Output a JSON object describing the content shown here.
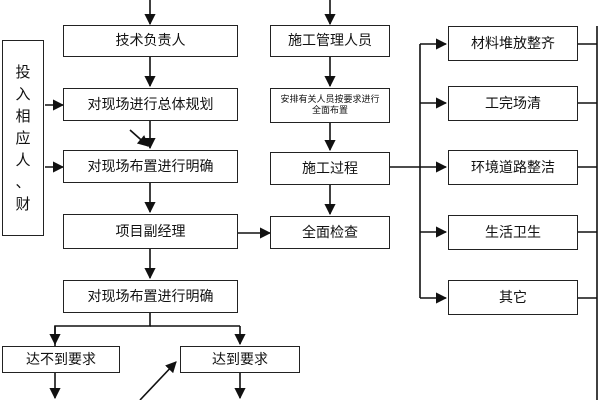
{
  "flowchart": {
    "side_resource": [
      "投",
      "入",
      "相",
      "应",
      "人",
      "、",
      "财"
    ],
    "tech_lead": "技术负责人",
    "overall_planning": "对现场进行总体规划",
    "layout_clarify_1": "对现场布置进行明确",
    "deputy_pm": "项目副经理",
    "layout_clarify_2": "对现场布置进行明确",
    "not_meet": "达不到要求",
    "meet": "达到要求",
    "construction_manager": "施工管理人员",
    "arrange_note": "安排有关人员按要求进行全面布置",
    "construction_process": "施工过程",
    "full_inspection": "全面检查",
    "material_storage": "材料堆放整齐",
    "work_site_clear": "工完场清",
    "env_road_clean": "环境道路整洁",
    "hygiene": "生活卫生",
    "others": "其它"
  }
}
